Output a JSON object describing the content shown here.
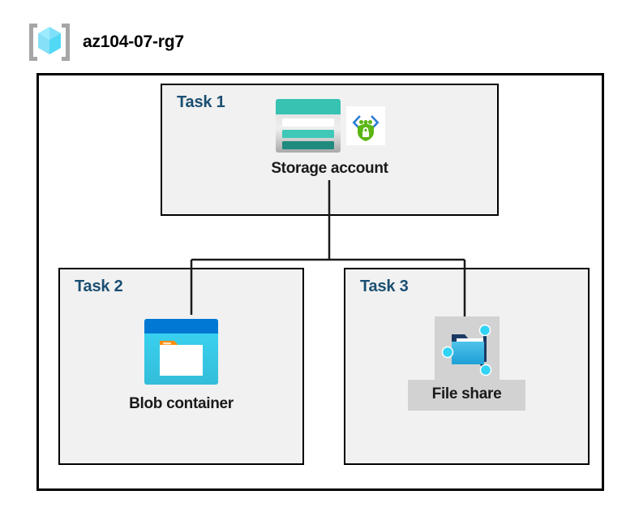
{
  "resource_group": {
    "name": "az104-07-rg7",
    "icon": "resource-group-cube-icon"
  },
  "tasks": [
    {
      "id": "task-1",
      "label": "Task 1",
      "node_caption": "Storage account",
      "icons": [
        "storage-account-icon",
        "secure-endpoint-shield-icon"
      ],
      "highlighted": false
    },
    {
      "id": "task-2",
      "label": "Task 2",
      "node_caption": "Blob container",
      "icons": [
        "blob-container-icon"
      ],
      "highlighted": false
    },
    {
      "id": "task-3",
      "label": "Task 3",
      "node_caption": "File share",
      "icons": [
        "file-share-icon"
      ],
      "highlighted": true
    }
  ],
  "connections": [
    {
      "from": "task-1",
      "to": "task-2"
    },
    {
      "from": "task-1",
      "to": "task-3"
    }
  ],
  "colors": {
    "task_label": "#1b4f72",
    "task_box_fill": "#f1f1f1",
    "border": "#000000",
    "canvas": "#ffffff",
    "highlight": "#d2d2d2",
    "azure_blue": "#0078d4",
    "azure_cyan": "#32d4f5",
    "storage_teal": "#37c2b1",
    "storage_teal_dark": "#1f8a7d",
    "accent_orange": "#ff8c00",
    "shield_green": "#5bb614"
  }
}
